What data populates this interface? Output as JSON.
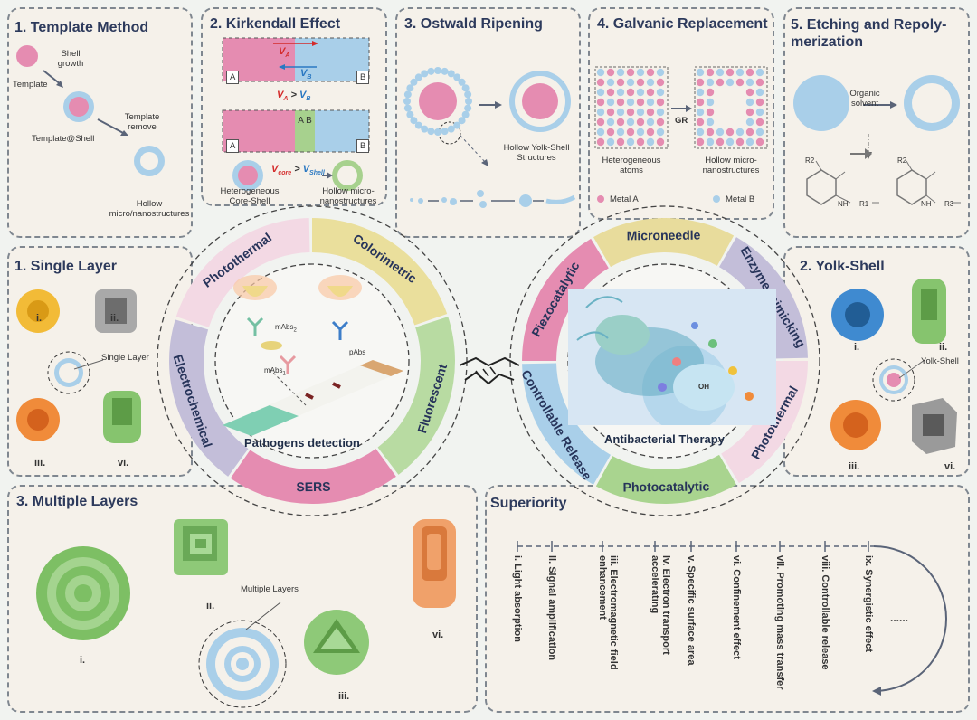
{
  "synthesis": {
    "template": {
      "title": "1. Template Method",
      "shell_growth": "Shell growth",
      "template": "Template",
      "template_shell": "Template@Shell",
      "template_remove": "Template remove",
      "hollow": "Hollow micro/nanostructures"
    },
    "kirkendall": {
      "title": "2. Kirkendall Effect",
      "a": "A",
      "b": "B",
      "ab": "A B",
      "va": "V",
      "va_sub": "A",
      "vb": "V",
      "vb_sub": "B",
      "cmp": ">",
      "vcore": "V",
      "vcore_sub": "core",
      "vshell": "V",
      "vshell_sub": "Shell",
      "hetero": "Heterogeneous Core-Shell",
      "hollow": "Hollow micro-nanostructures"
    },
    "ostwald": {
      "title": "3. Ostwald Ripening",
      "yolk": "Hollow Yolk-Shell Structures"
    },
    "galvanic": {
      "title": "4. Galvanic Replacement",
      "gr": "GR",
      "hetero": "Heterogeneous atoms",
      "hollow": "Hollow micro-nanostructures",
      "metal_a": "Metal A",
      "metal_b": "Metal B"
    },
    "etching": {
      "title": "5. Etching and Repoly-merization",
      "organic": "Organic solvent",
      "r1": "R1",
      "r2": "R2",
      "r3": "R3",
      "nh": "NH"
    }
  },
  "structures": {
    "single": {
      "title": "1. Single Layer",
      "center": "Single Layer",
      "labels": [
        "i.",
        "ii.",
        "iii.",
        "vi."
      ]
    },
    "yolk": {
      "title": "2. Yolk-Shell",
      "center": "Yolk-Shell",
      "labels": [
        "i.",
        "ii.",
        "iii.",
        "vi."
      ]
    },
    "multiple": {
      "title": "3. Multiple Layers",
      "center": "Multiple Layers",
      "labels": [
        "i.",
        "ii.",
        "iii.",
        "vi."
      ]
    }
  },
  "detection_ring": {
    "segments": [
      "Photothermal",
      "Colorimetric",
      "Fluorescent",
      "SERS",
      "Electrochemical"
    ],
    "center": "Pathogens detection",
    "mabs2": "mAbs",
    "mabs2_sub": "2",
    "mabs1": "mAbs",
    "mabs1_sub": "1",
    "pabs": "pAbs"
  },
  "therapy_ring": {
    "segments": [
      "Microneedle",
      "Enzyme-mimicking",
      "Photothermal",
      "Photocatalytic",
      "Controllable Release",
      "Piezocatalytic"
    ],
    "center": "Antibacterial Therapy",
    "oh": "OH"
  },
  "superiority": {
    "title": "Superiority",
    "items": [
      "i. Light absorption",
      "ii. Signal amplification",
      "iii. Electromagnetic field enhancement",
      "iv. Electron transport accelerating",
      "v. Specific surface area",
      "vi. Confinement effect",
      "vii. Promoting mass transfer",
      "viii. Controllable release",
      "ix. Synergistic effect"
    ],
    "ellipsis": "......"
  },
  "colors": {
    "pink": "#e58cb1",
    "blue": "#a9cfe9",
    "green": "#9fce86",
    "yellow": "#e8dc9c",
    "purple": "#c3bed9",
    "panel": "#f5f1ea"
  }
}
